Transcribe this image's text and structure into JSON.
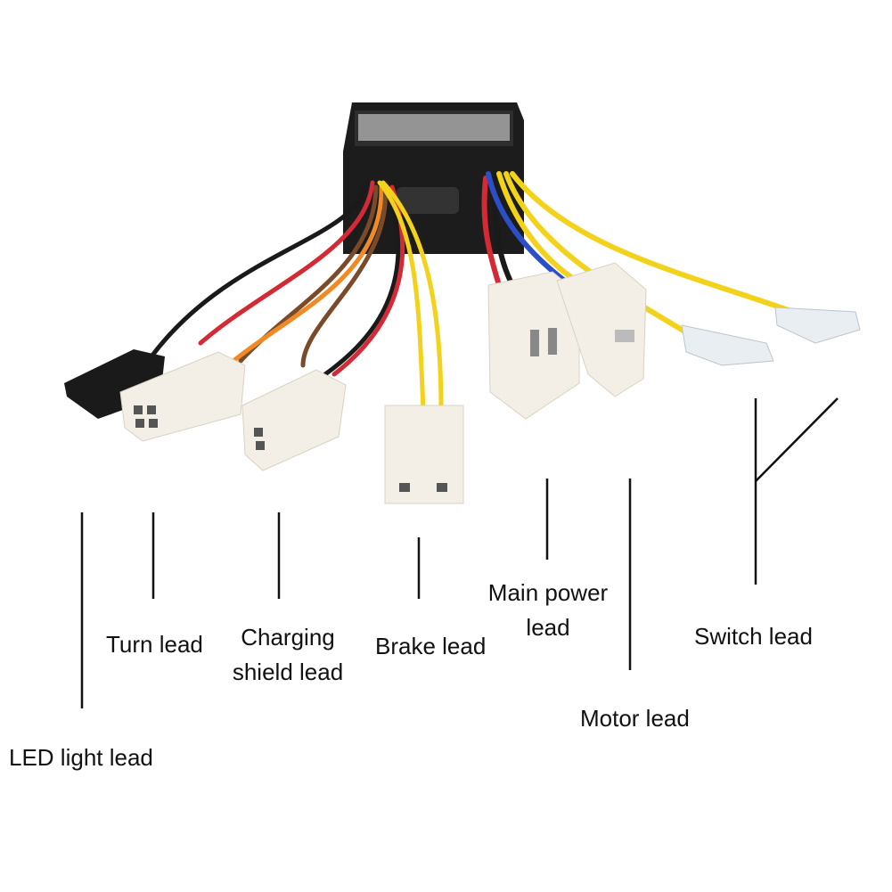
{
  "labels": {
    "led": "LED light lead",
    "turn": "Turn lead",
    "charging_line1": "Charging",
    "charging_line2": "shield lead",
    "brake": "Brake lead",
    "main_power_line1": "Main power",
    "main_power_line2": "lead",
    "motor": "Motor lead",
    "switch": "Switch lead"
  },
  "colors": {
    "wire_yellow": "#f2d21a",
    "wire_red": "#d42a35",
    "wire_blue": "#2a4fc8",
    "wire_black": "#1a1a1a",
    "wire_brown": "#7a4a2a",
    "wire_orange": "#f08a24",
    "box": "#1c1c1c",
    "connector": "#f3efe6"
  }
}
